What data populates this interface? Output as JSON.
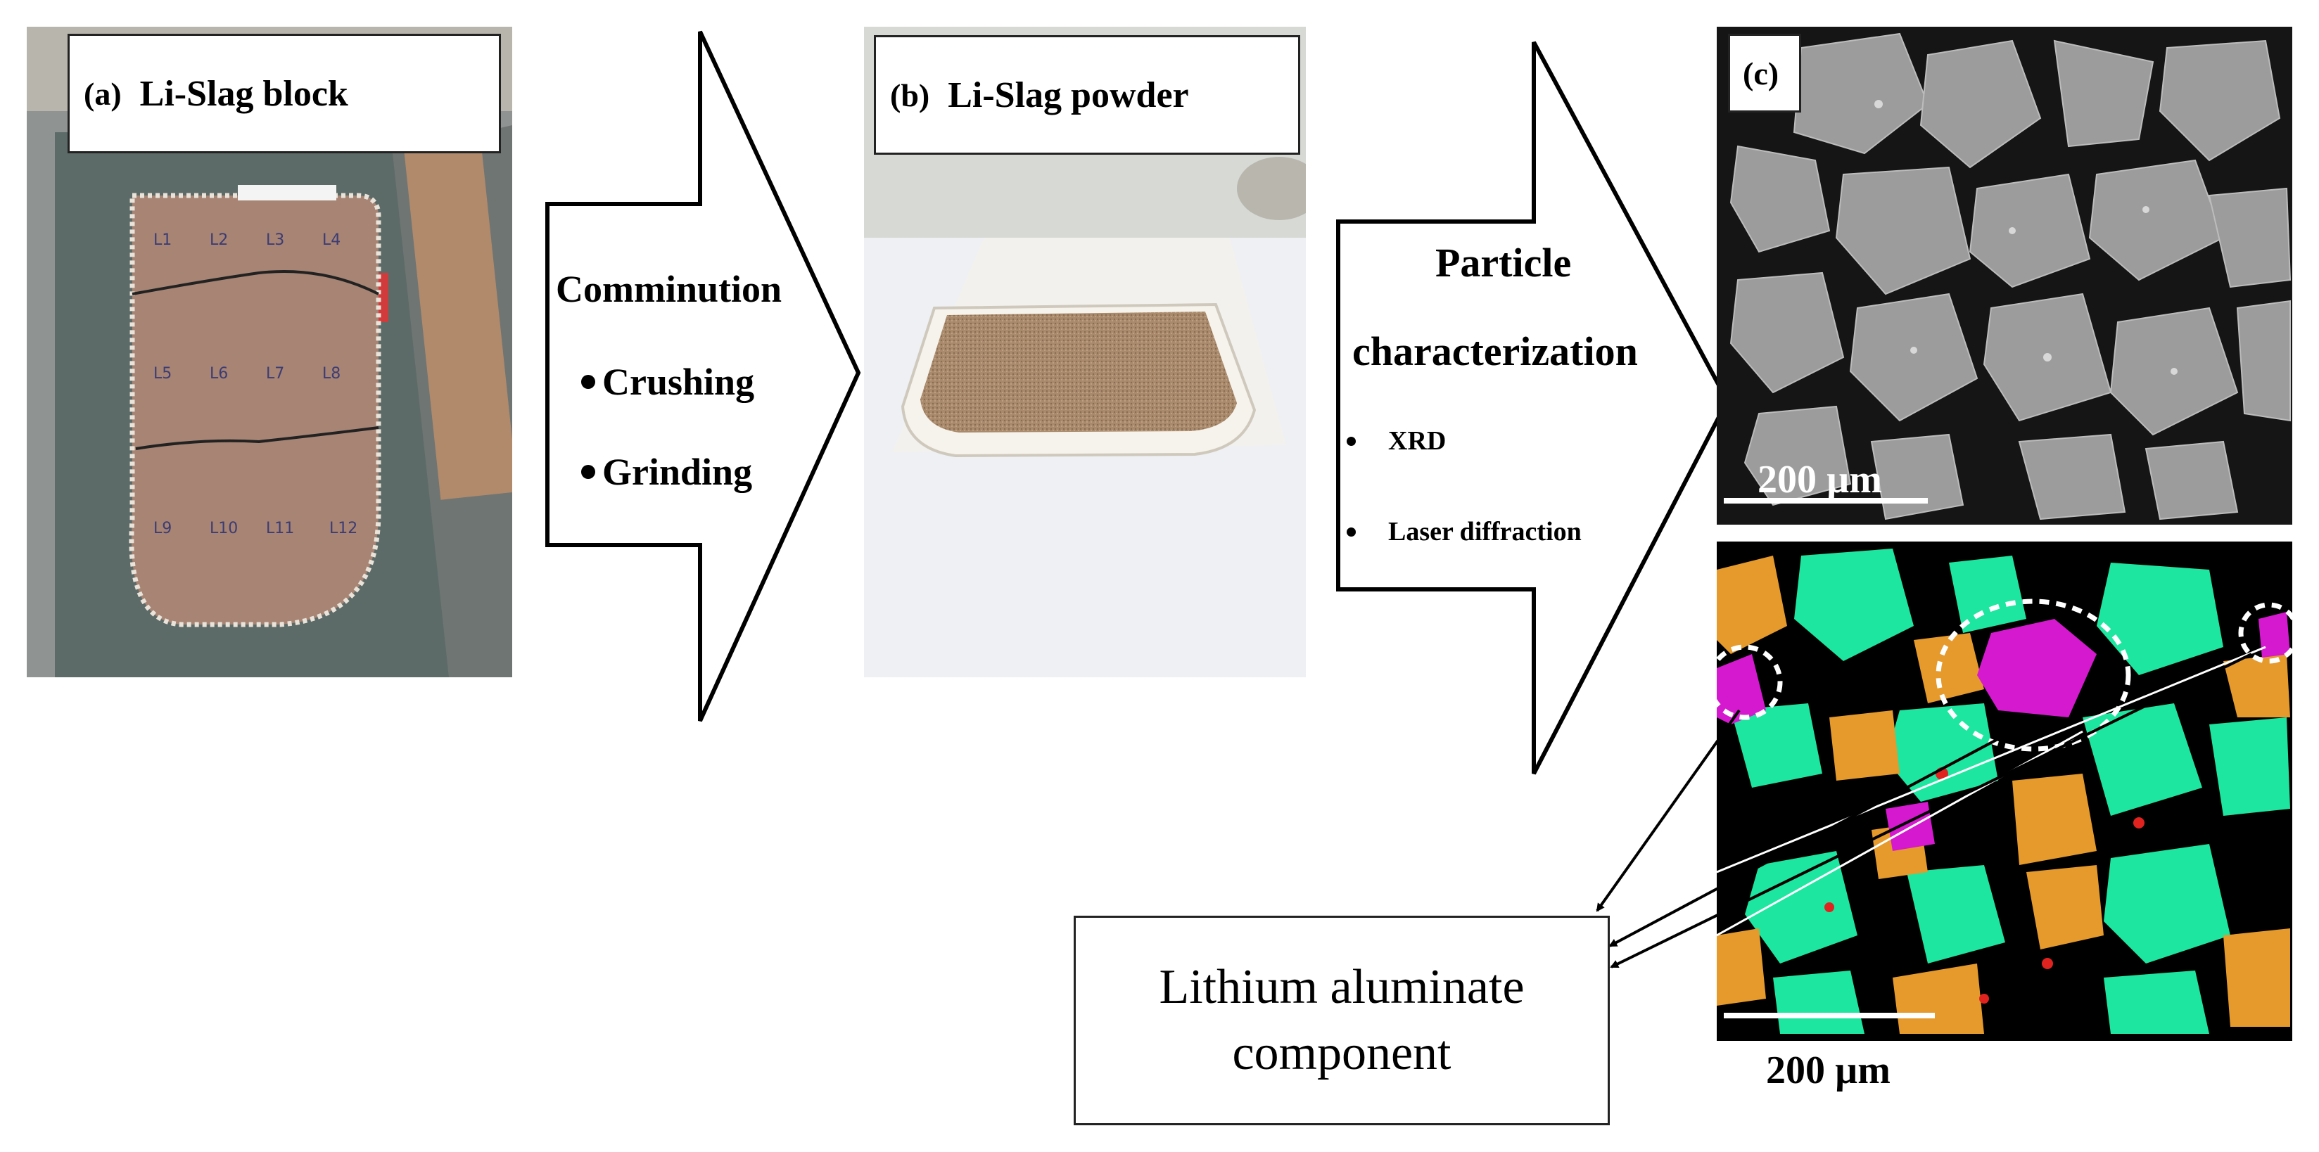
{
  "panel_a": {
    "tag": "(a)",
    "title": "Li-Slag block",
    "slab_marks": [
      "L1",
      "L2",
      "L3",
      "L4",
      "L5",
      "L6",
      "L7",
      "L8",
      "L9",
      "L10",
      "L11",
      "L12"
    ]
  },
  "step_1": {
    "heading": "Comminution",
    "items": [
      "Crushing",
      "Grinding"
    ]
  },
  "panel_b": {
    "tag": "(b)",
    "title": "Li-Slag powder"
  },
  "step_2": {
    "heading_line1": "Particle",
    "heading_line2": "characterization",
    "items": [
      "XRD",
      "Laser diffraction"
    ]
  },
  "panel_c": {
    "tag": "(c)",
    "scale_top": "200 µm",
    "scale_bottom": "200 µm"
  },
  "callout": {
    "line1": "Lithium aluminate",
    "line2": "component"
  },
  "colors": {
    "phase_green": "#1de6a0",
    "phase_orange": "#e59a2b",
    "phase_magenta": "#d519cf",
    "phase_red": "#e0231e",
    "bse_gray": "#9a9a9a"
  }
}
